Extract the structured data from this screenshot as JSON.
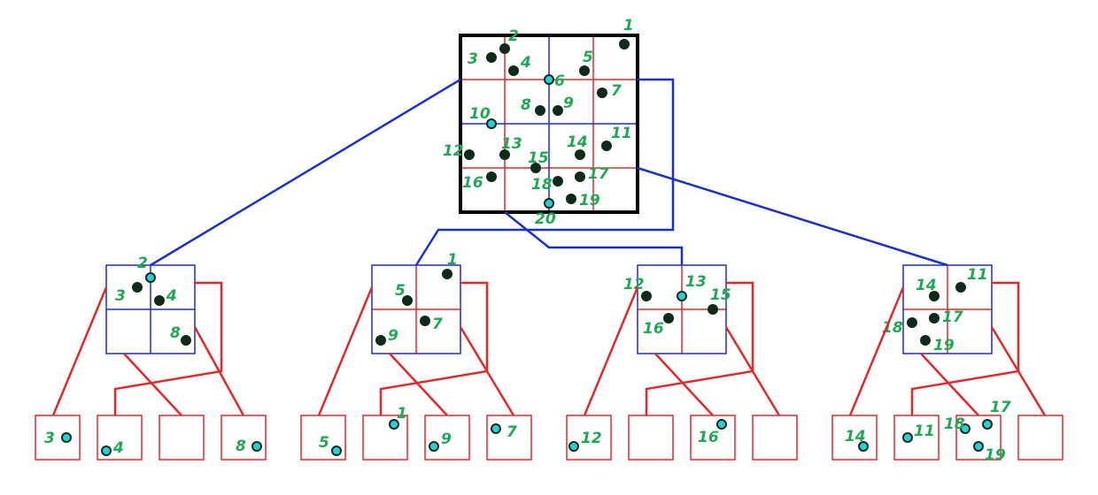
{
  "colors": {
    "point": "#0d2b18",
    "highlight": "#25d0d8",
    "label": "#1fa855",
    "blue_grid": "#1a2fd0",
    "red_grid": "#e3282a",
    "root_border": "#000000"
  },
  "root_labels": [
    "1",
    "2",
    "3",
    "4",
    "5",
    "6",
    "7",
    "8",
    "9",
    "10",
    "11",
    "12",
    "13",
    "14",
    "15",
    "16",
    "17",
    "18",
    "19",
    "20"
  ],
  "level1": [
    {
      "labels": [
        "2",
        "3",
        "4",
        "8"
      ]
    },
    {
      "labels": [
        "1",
        "5",
        "7",
        "9"
      ]
    },
    {
      "labels": [
        "12",
        "13",
        "15",
        "16"
      ]
    },
    {
      "labels": [
        "14",
        "11",
        "18",
        "17",
        "19"
      ]
    }
  ],
  "leaves": [
    {
      "labels": [
        "3"
      ]
    },
    {
      "labels": [
        "4"
      ]
    },
    {
      "labels": []
    },
    {
      "labels": [
        "8"
      ]
    },
    {
      "labels": [
        "5"
      ]
    },
    {
      "labels": [
        "1"
      ]
    },
    {
      "labels": [
        "9"
      ]
    },
    {
      "labels": [
        "7"
      ]
    },
    {
      "labels": [
        "12"
      ]
    },
    {
      "labels": []
    },
    {
      "labels": [
        "16"
      ]
    },
    {
      "labels": []
    },
    {
      "labels": [
        "14"
      ]
    },
    {
      "labels": [
        "11"
      ]
    },
    {
      "labels": [
        "18",
        "17",
        "19"
      ]
    },
    {
      "labels": []
    }
  ]
}
